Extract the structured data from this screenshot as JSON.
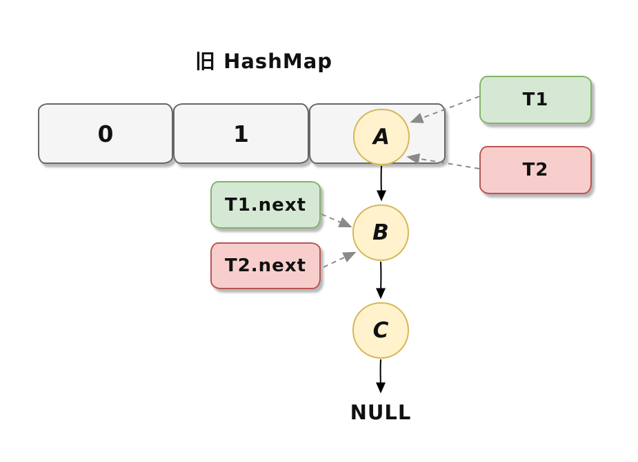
{
  "title": "旧 HashMap",
  "buckets": [
    {
      "label": "0"
    },
    {
      "label": "1"
    },
    {
      "label": ""
    }
  ],
  "nodes": [
    {
      "label": "A"
    },
    {
      "label": "B"
    },
    {
      "label": "C"
    }
  ],
  "null_label": "NULL",
  "threads": [
    {
      "label": "T1"
    },
    {
      "label": "T2"
    }
  ],
  "thread_nexts": [
    {
      "label": "T1.next"
    },
    {
      "label": "T2.next"
    }
  ],
  "colors": {
    "bucket_fill": "#f5f5f5",
    "bucket_stroke": "#666666",
    "green_fill": "#d5e8d4",
    "green_stroke": "#82b366",
    "red_fill": "#f8cecc",
    "red_stroke": "#b85450",
    "node_fill": "#fff2cc",
    "node_stroke": "#d6b656",
    "solid_arrow": "#000000",
    "dashed_arrow": "#8a8a8a"
  }
}
